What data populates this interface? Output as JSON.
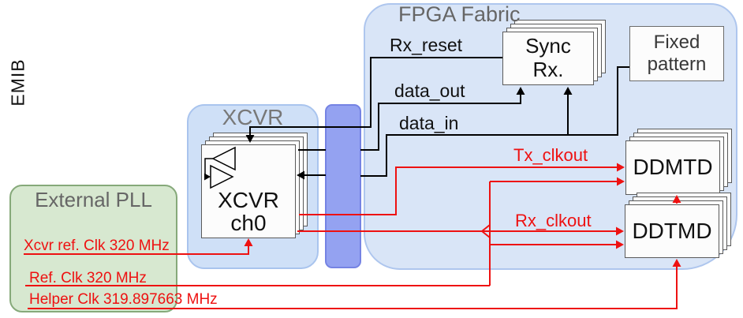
{
  "colors": {
    "signal_red": "#ee1111",
    "wire_black": "#000000",
    "fabric_fill": "#d9e5f7",
    "xcvr_fill": "#cfe0f7",
    "emib_fill": "#94a2f1",
    "pll_fill": "#d7e8d0"
  },
  "fpga_fabric": {
    "title": "FPGA Fabric"
  },
  "xcvr_group": {
    "title": "XCVR"
  },
  "emib": {
    "label": "EMIB"
  },
  "external_pll": {
    "title": "External PLL"
  },
  "blocks": {
    "xcvr_ch0": {
      "line1": "XCVR",
      "line2": "ch0"
    },
    "sync_rx": {
      "line1": "Sync",
      "line2": "Rx."
    },
    "fixed_pattern": {
      "line1": "Fixed",
      "line2": "pattern"
    },
    "ddmtd": {
      "label": "DDMTD"
    },
    "ddtmd": {
      "label": "DDTMD"
    }
  },
  "signals": {
    "rx_reset": {
      "label": "Rx_reset"
    },
    "data_out": {
      "label": "data_out"
    },
    "data_in": {
      "label": "data_in"
    },
    "tx_clkout": {
      "label": "Tx_clkout"
    },
    "rx_clkout": {
      "label": "Rx_clkout"
    }
  },
  "clocks": {
    "xcvr_ref_clk": {
      "label": "Xcvr ref. Clk 320 MHz"
    },
    "ref_clk": {
      "label": "Ref. Clk 320 MHz"
    },
    "helper_clk": {
      "label": "Helper Clk 319.897663 MHz"
    }
  }
}
